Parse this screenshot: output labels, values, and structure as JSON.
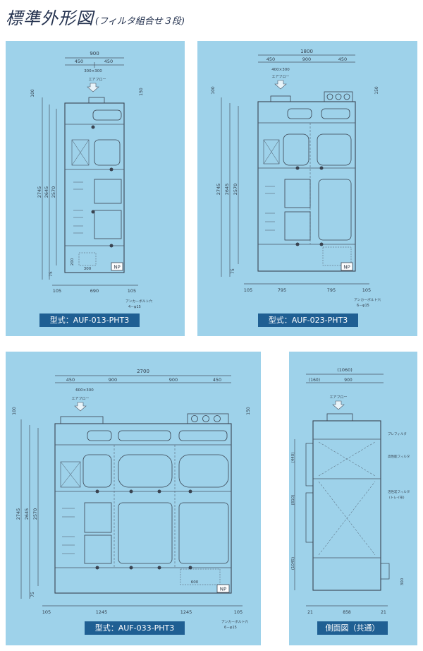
{
  "title": "標準外形図",
  "subtitle": "(フィルタ組合せ３段)",
  "np": "NP",
  "airflow": "エアフロー",
  "panels": {
    "p1": {
      "caption": "型式：AUF-013-PHT3",
      "dims": {
        "w_total": "900",
        "w_a": "450",
        "w_b": "450",
        "duct": "300×300",
        "d150": "150",
        "d100": "100",
        "h2745": "2745",
        "h2645": "2645",
        "h2570": "2570",
        "d75": "75",
        "d200": "200",
        "d300": "300",
        "b105a": "105",
        "b690": "690",
        "b105b": "105"
      },
      "bolt": "アンカーボルト穴",
      "bolt_spec": "4－φ15"
    },
    "p2": {
      "caption": "型式：AUF-023-PHT3",
      "dims": {
        "w_total": "1800",
        "w_a": "450",
        "w_b": "900",
        "w_c": "450",
        "duct": "400×300",
        "d150": "150",
        "d100": "100",
        "h2745": "2745",
        "h2645": "2645",
        "h2570": "2570",
        "d75": "75",
        "b105a": "105",
        "b795a": "795",
        "b795b": "795",
        "b105b": "105"
      },
      "bolt": "アンカーボルト穴",
      "bolt_spec": "6－φ15"
    },
    "p3": {
      "caption": "型式：AUF-033-PHT3",
      "dims": {
        "w_total": "2700",
        "w_a": "450",
        "w_b": "900",
        "w_c": "900",
        "w_d": "450",
        "duct": "600×300",
        "d150": "150",
        "d100": "100",
        "h2745": "2745",
        "h2645": "2645",
        "h2570": "2570",
        "d75": "75",
        "d600": "600",
        "b105a": "105",
        "b1245a": "1245",
        "b1245b": "1245",
        "b105b": "105"
      },
      "bolt": "アンカーボルト穴",
      "bolt_spec": "6－φ15"
    },
    "p4": {
      "caption": "側面図（共通）",
      "dims": {
        "d1060": "(1060)",
        "d160": "(160)",
        "d900": "900",
        "d440": "(440)",
        "d810": "(810)",
        "d1045": "(1045)",
        "d300": "300",
        "b21a": "21",
        "b858": "858",
        "b21b": "21"
      },
      "labels": {
        "pre": "プレフィルタ",
        "mid": "高性能フィルタ",
        "hepa": "活性炭フィルタ",
        "tray": "(トレイ形)"
      }
    }
  }
}
